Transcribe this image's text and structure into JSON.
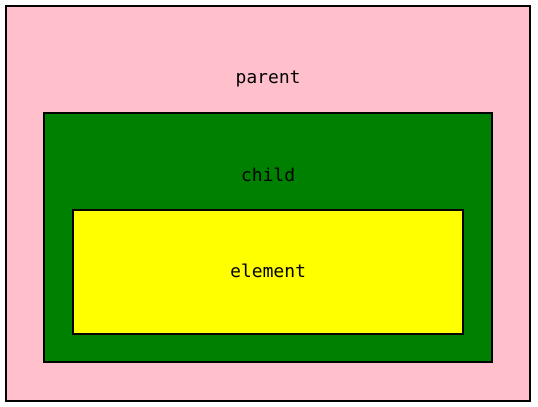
{
  "diagram": {
    "parent": {
      "label": "parent",
      "color": "#ffc0cb"
    },
    "child": {
      "label": "child",
      "color": "#008000"
    },
    "element": {
      "label": "element",
      "color": "#ffff00"
    },
    "border_color": "#000000"
  }
}
